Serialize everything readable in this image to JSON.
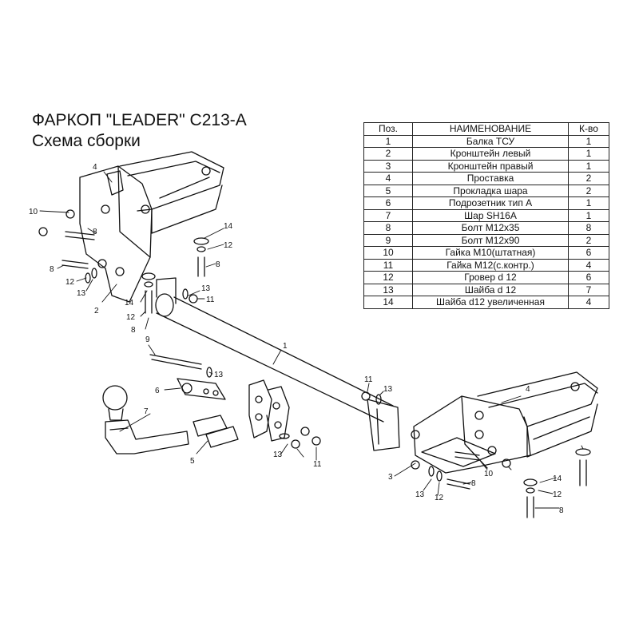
{
  "header": {
    "title": "ФАРКОП \"LEADER\" C213-A",
    "subtitle": "Схема сборки"
  },
  "table": {
    "headers": [
      "Поз.",
      "НАИМЕНОВАНИЕ",
      "К-во"
    ],
    "rows": [
      {
        "pos": "1",
        "name": "Балка ТСУ",
        "qty": "1"
      },
      {
        "pos": "2",
        "name": "Кронштейн левый",
        "qty": "1"
      },
      {
        "pos": "3",
        "name": "Кронштейн правый",
        "qty": "1"
      },
      {
        "pos": "4",
        "name": "Проставка",
        "qty": "2"
      },
      {
        "pos": "5",
        "name": "Прокладка шара",
        "qty": "2"
      },
      {
        "pos": "6",
        "name": "Подрозетник тип А",
        "qty": "1"
      },
      {
        "pos": "7",
        "name": "Шар SH16A",
        "qty": "1"
      },
      {
        "pos": "8",
        "name": "Болт М12х35",
        "qty": "8"
      },
      {
        "pos": "9",
        "name": "Болт М12х90",
        "qty": "2"
      },
      {
        "pos": "10",
        "name": "Гайка М10(штатная)",
        "qty": "6"
      },
      {
        "pos": "11",
        "name": "Гайка М12(с.контр.)",
        "qty": "4"
      },
      {
        "pos": "12",
        "name": "Гровер d 12",
        "qty": "6"
      },
      {
        "pos": "13",
        "name": "Шайба d 12",
        "qty": "7"
      },
      {
        "pos": "14",
        "name": "Шайба d12 увеличенная",
        "qty": "4"
      }
    ]
  },
  "callouts": {
    "c1": "1",
    "c2": "2",
    "c3": "3",
    "c4a": "4",
    "c4b": "4",
    "c5": "5",
    "c6": "6",
    "c7": "7",
    "c8a": "8",
    "c8b": "8",
    "c8c": "8",
    "c8d": "8",
    "c8e": "8",
    "c8f": "8",
    "c9": "9",
    "c10a": "10",
    "c10b": "10",
    "c11a": "11",
    "c11b": "11",
    "c11c": "11",
    "c12a": "12",
    "c12b": "12",
    "c12c": "12",
    "c12d": "12",
    "c12e": "12",
    "c13a": "13",
    "c13b": "13",
    "c13c": "13",
    "c13d": "13",
    "c13e": "13",
    "c13f": "13",
    "c14a": "14",
    "c14b": "14",
    "c14c": "14"
  }
}
